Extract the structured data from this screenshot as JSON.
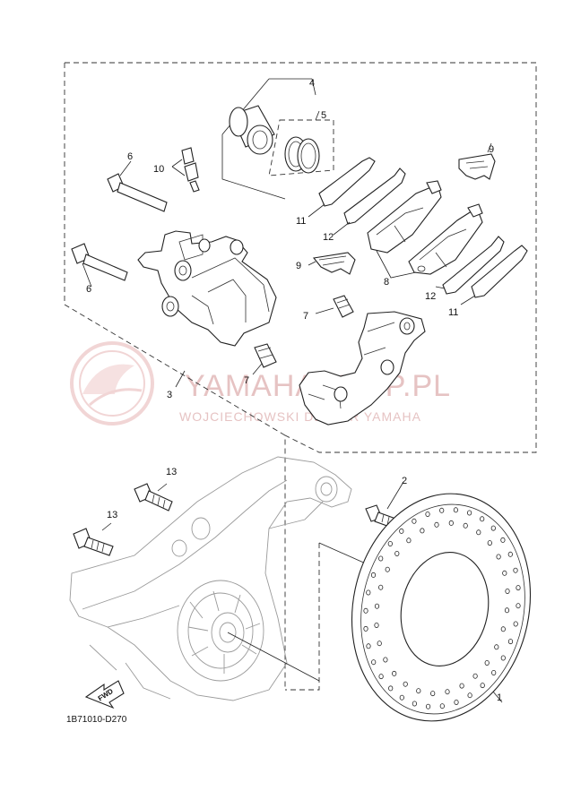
{
  "diagram": {
    "callouts": {
      "c1": "1",
      "c2": "2",
      "c3": "3",
      "c4": "4",
      "c5": "5",
      "c6a": "6",
      "c6b": "6",
      "c7a": "7",
      "c7b": "7",
      "c8": "8",
      "c9a": "9",
      "c9b": "9",
      "c10": "10",
      "c11a": "11",
      "c11b": "11",
      "c12a": "12",
      "c12b": "12",
      "c13a": "13",
      "c13b": "13"
    },
    "diagram_code": "1B71010-D270",
    "fwd_label": "FWD",
    "watermark": {
      "main": "YAMAHASHOP.PL",
      "sub": "WOJCIECHOWSKI DEALER YAMAHA"
    }
  }
}
